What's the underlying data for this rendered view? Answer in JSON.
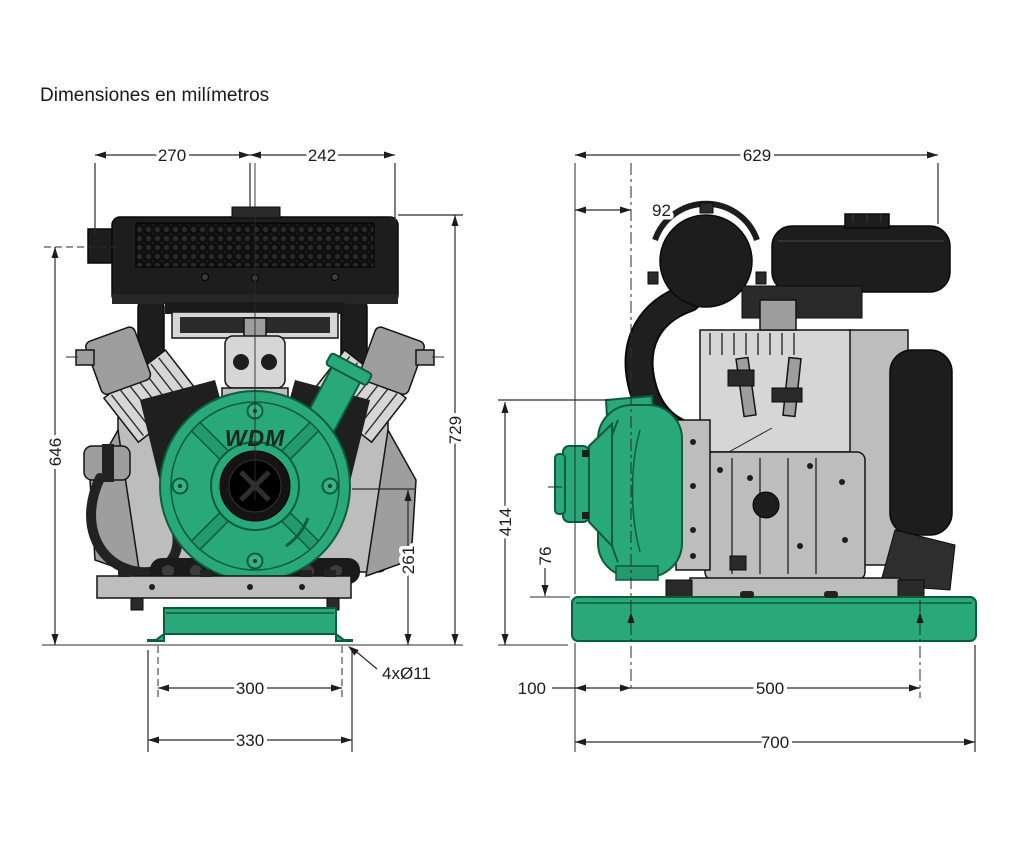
{
  "title": "Dimensiones en milímetros",
  "brand_logo": "WDM",
  "units": "mm",
  "front_view": {
    "dims": {
      "muffler_left_to_center": "270",
      "center_to_muffler_right": "242",
      "exhaust_outlet_height": "646",
      "overall_height": "729",
      "pump_center_height": "261",
      "mounting_hole_span": "300",
      "base_width": "330",
      "mounting_holes_note": "4xØ11"
    }
  },
  "side_view": {
    "dims": {
      "overall_length": "629",
      "discharge_center_offset": "92",
      "discharge_top_height": "414",
      "base_height": "76",
      "front_hole_offset": "100",
      "mounting_hole_span": "500",
      "base_length": "700"
    }
  },
  "colors": {
    "pump_green": "#29a87a",
    "pump_green_dark": "#0d5c3e",
    "machine_dark": "#1d1d1d",
    "machine_gray": "#c4c4c4",
    "dimension_line": "#2b2b2b",
    "background": "#ffffff"
  }
}
